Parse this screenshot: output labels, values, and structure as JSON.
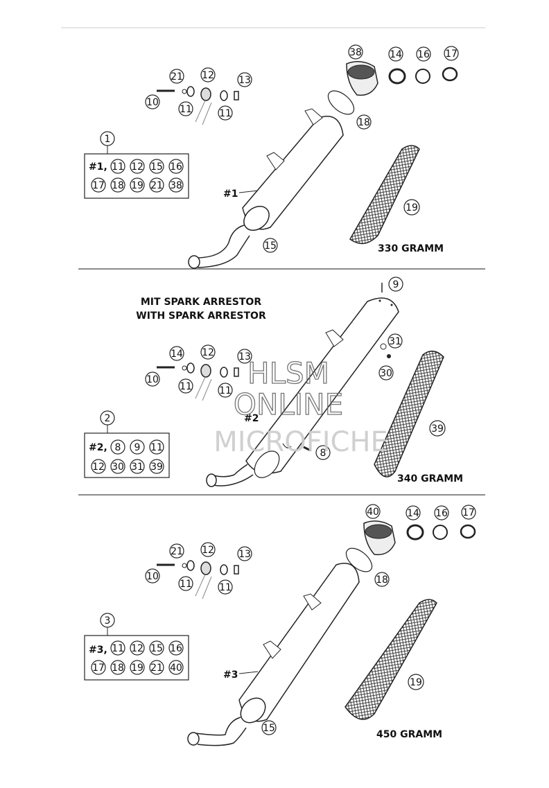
{
  "header_line": true,
  "sections": [
    {
      "kit_number": "1",
      "kit_label": "#1,",
      "kit_items": [
        "11",
        "12",
        "15",
        "16",
        "17",
        "18",
        "19",
        "21",
        "38"
      ],
      "muffler_label": "#1",
      "callouts": [
        "10",
        "11",
        "11",
        "12",
        "13",
        "14",
        "15",
        "16",
        "17",
        "18",
        "19",
        "21",
        "38"
      ],
      "weight_label": "330 GRAMM"
    },
    {
      "title_lines": [
        "MIT SPARK ARRESTOR",
        "WITH SPARK ARRESTOR"
      ],
      "kit_number": "2",
      "kit_label": "#2,",
      "kit_items": [
        "8",
        "9",
        "11",
        "12",
        "30",
        "31",
        "39"
      ],
      "muffler_label": "#2",
      "callouts": [
        "10",
        "11",
        "11",
        "12",
        "13",
        "14",
        "9",
        "31",
        "30",
        "8",
        "39"
      ],
      "weight_label": "340 GRAMM"
    },
    {
      "kit_number": "3",
      "kit_label": "#3,",
      "kit_items": [
        "11",
        "12",
        "15",
        "16",
        "17",
        "18",
        "19",
        "21",
        "40"
      ],
      "muffler_label": "#3",
      "callouts": [
        "10",
        "11",
        "11",
        "12",
        "13",
        "14",
        "15",
        "16",
        "17",
        "18",
        "19",
        "21",
        "40"
      ],
      "weight_label": "450 GRAMM"
    }
  ],
  "watermark": {
    "line1": "HLSM",
    "line2": "ONLINE",
    "line3": "MICROFICHE"
  }
}
